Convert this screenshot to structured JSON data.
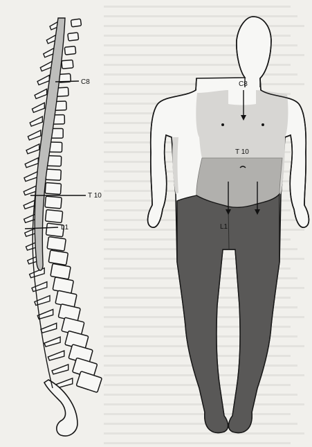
{
  "diagram": {
    "spine_labels": [
      {
        "id": "c8",
        "text": "C8"
      },
      {
        "id": "t10",
        "text": "T 10"
      },
      {
        "id": "l1",
        "text": "L1"
      }
    ],
    "body_labels": [
      {
        "id": "c8",
        "text": "C8"
      },
      {
        "id": "t10",
        "text": "T 10"
      },
      {
        "id": "l1",
        "text": "L1"
      }
    ],
    "colors": {
      "paper": "#f1f0ec",
      "outline": "#161616",
      "cord_fill": "#bdbdbb",
      "zone_c8": "#d7d6d3",
      "zone_t10": "#b1b0ad",
      "zone_l1": "#595857"
    }
  }
}
